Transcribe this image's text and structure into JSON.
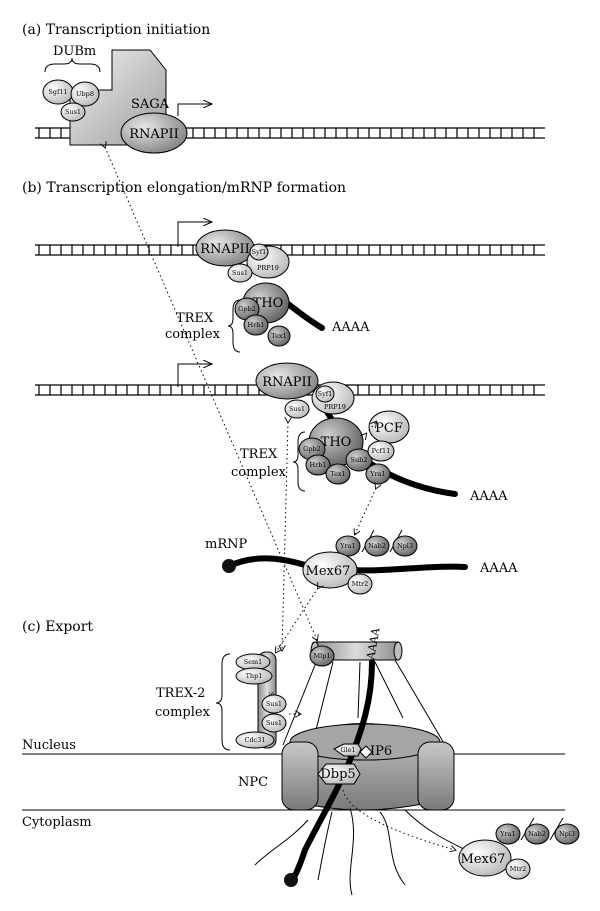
{
  "sections": {
    "a": "(a) Transcription initiation",
    "b": "(b) Transcription elongation/mRNP formation",
    "c": "(c) Export"
  },
  "labels": {
    "dubm": "DUBm",
    "saga": "SAGA",
    "rnapii": "RNAPII",
    "sgf11": "Sgf11",
    "ubp8": "Ubp8",
    "sus1": "Sus1",
    "syf1": "Syf1",
    "prp19": "PRP19",
    "tho": "THO",
    "gpb2": "Gpb2",
    "hrb1": "Hrb1",
    "tex1": "Tex1",
    "sub2": "Sub2",
    "yra1": "Yra1",
    "pcf": "PCF",
    "pcf11": "Pcf11",
    "trex": "TREX",
    "complex": "complex",
    "polya": "AAAA",
    "mrnp": "mRNP",
    "mex67": "Mex67",
    "mtr2": "Mtr2",
    "nab2": "Nab2",
    "npl3": "Npl3",
    "trex2": "TREX-2",
    "sem1": "Sem1",
    "thp1": "Thp1",
    "sac3": "Sac3",
    "cdc31": "Cdc31",
    "mlp1": "Mlp1",
    "gle1": "Gle1",
    "ip6": "IP6",
    "dbp5": "Dbp5",
    "npc": "NPC",
    "nucleus": "Nucleus",
    "cytoplasm": "Cytoplasm"
  },
  "colors": {
    "dark_protein": "#8c8c8c",
    "mid_protein": "#a9a9a9",
    "light_protein": "#e2e2e2",
    "npc": "#9a9a9a"
  }
}
